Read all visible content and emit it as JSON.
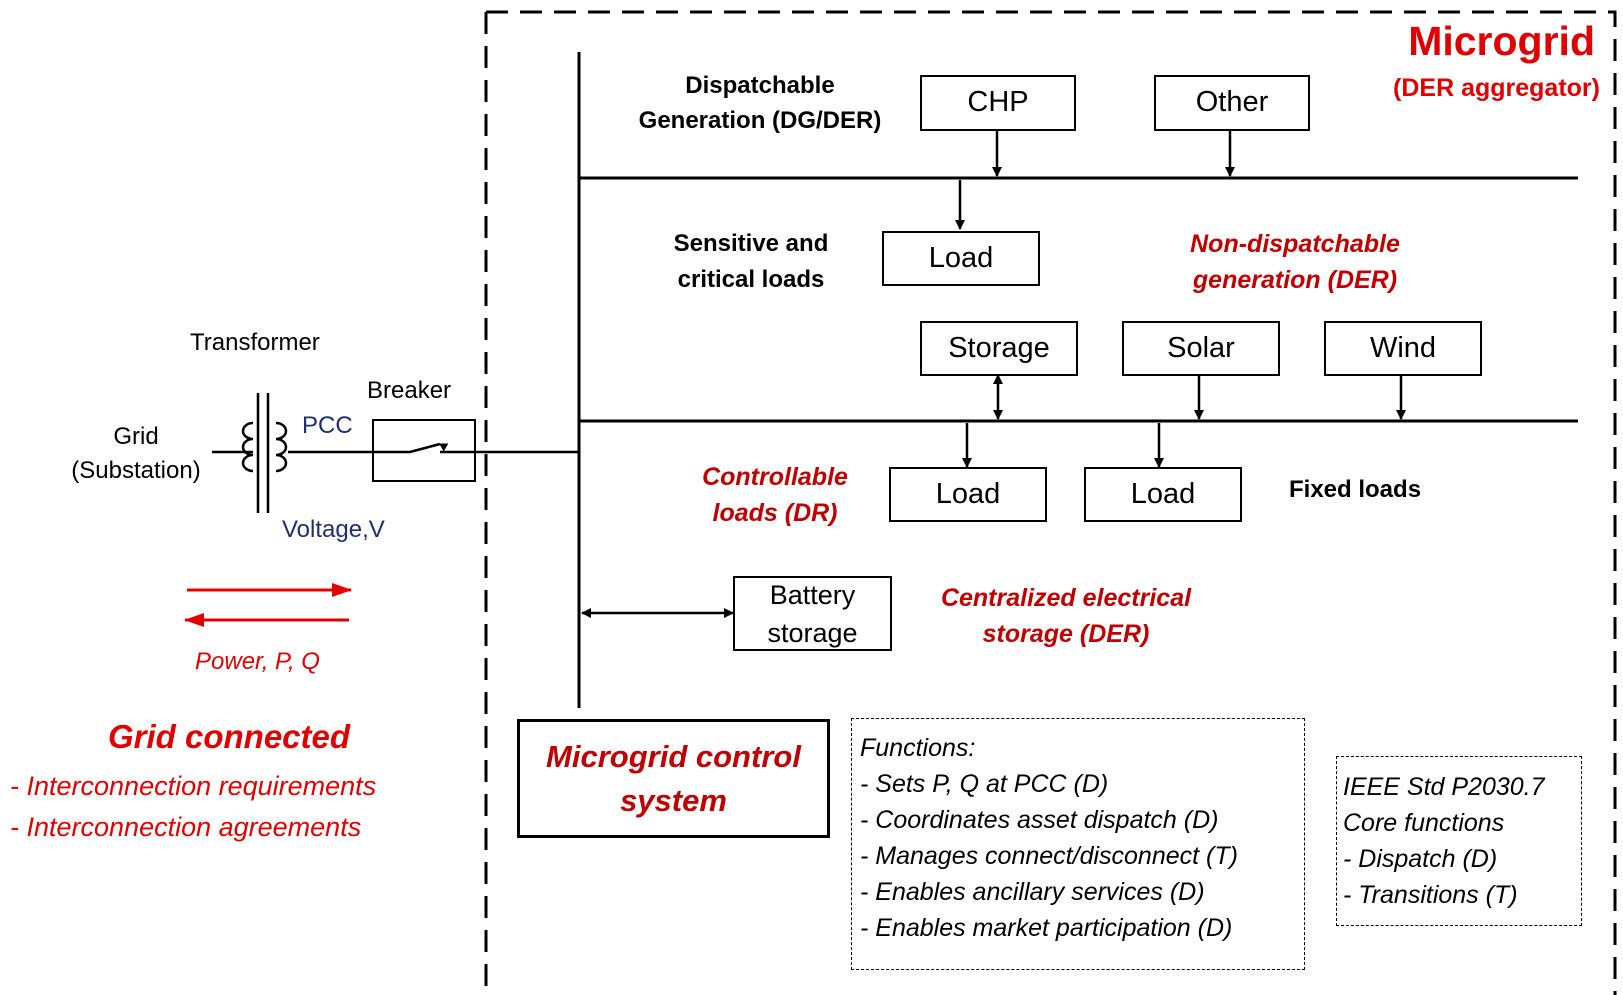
{
  "microgrid": {
    "title": "Microgrid",
    "subtitle": "(DER aggregator)"
  },
  "grid_side": {
    "transformer_label": "Transformer",
    "breaker_label": "Breaker",
    "grid_label_line1": "Grid",
    "grid_label_line2": "(Substation)",
    "pcc_label": "PCC",
    "voltage_label": "Voltage,V",
    "power_label": "Power, P, Q",
    "connected_title": "Grid connected",
    "requirements": [
      "- Interconnection  requirements",
      "- Interconnection agreements"
    ]
  },
  "dispatchable": {
    "label_line1": "Dispatchable",
    "label_line2": "Generation (DG/DER)",
    "chp": "CHP",
    "other": "Other"
  },
  "sensitive": {
    "label_line1": "Sensitive and",
    "label_line2": "critical loads",
    "load": "Load"
  },
  "non_dispatchable": {
    "label_line1": "Non-dispatchable",
    "label_line2": "generation (DER)",
    "storage": "Storage",
    "solar": "Solar",
    "wind": "Wind"
  },
  "controllable": {
    "label_line1": "Controllable",
    "label_line2": "loads (DR)",
    "load": "Load"
  },
  "fixed": {
    "label": "Fixed loads",
    "load": "Load"
  },
  "battery": {
    "line1": "Battery",
    "line2": "storage",
    "label_line1": "Centralized electrical",
    "label_line2": "storage (DER)"
  },
  "control": {
    "line1": "Microgrid control",
    "line2": "system"
  },
  "functions": {
    "heading": "Functions:",
    "items": [
      "- Sets P, Q at PCC (D)",
      "- Coordinates asset dispatch (D)",
      "- Manages connect/disconnect (T)",
      "- Enables ancillary services (D)",
      "- Enables market participation (D)"
    ]
  },
  "ieee": {
    "line1": "IEEE Std P2030.7",
    "line2": "Core functions",
    "items": [
      "- Dispatch (D)",
      "- Transitions (T)"
    ]
  },
  "colors": {
    "red": "#e00000",
    "dark_red": "#c00000",
    "navy": "#1f2f6e",
    "line": "#000000"
  }
}
